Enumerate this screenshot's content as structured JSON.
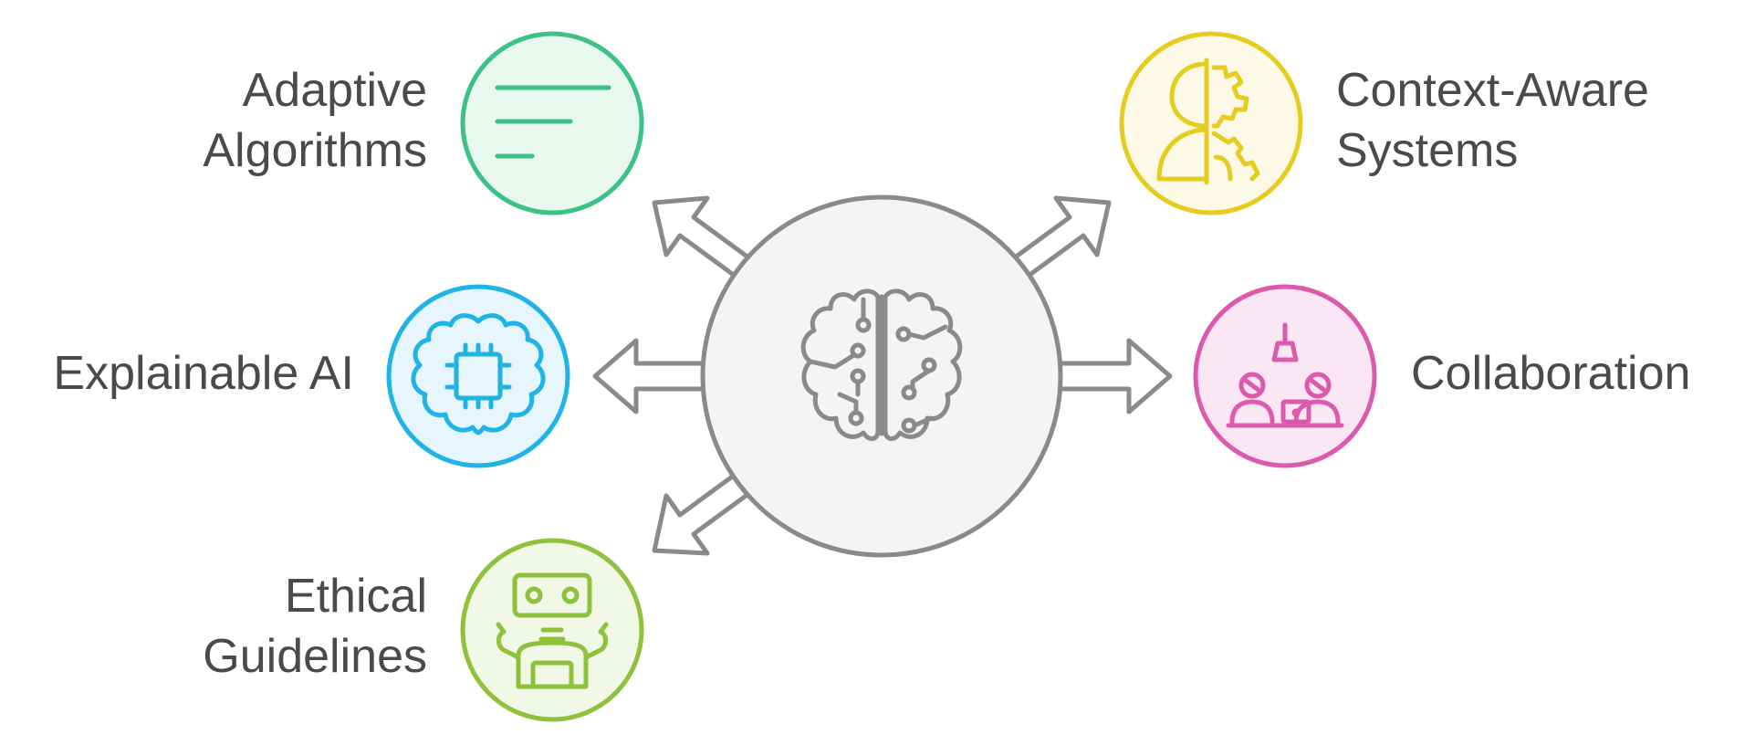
{
  "colors": {
    "arrow_stroke": "#8a8a8a",
    "center_fill": "#f4f4f4",
    "adaptive": {
      "stroke": "#3cc284",
      "fill": "#e8f8ef"
    },
    "explainable": {
      "stroke": "#1fb3e6",
      "fill": "#e6f6fc"
    },
    "ethical": {
      "stroke": "#8fc13c",
      "fill": "#f1f8e6"
    },
    "context": {
      "stroke": "#e6cc1f",
      "fill": "#fcfae6"
    },
    "collab": {
      "stroke": "#dc5aac",
      "fill": "#fbe6f3"
    }
  },
  "center": {
    "icon": "brain-circuit-icon"
  },
  "nodes": {
    "adaptive": {
      "icon": "align-left-lines-icon",
      "label_lines": [
        "Adaptive",
        "Algorithms"
      ]
    },
    "explainable": {
      "icon": "brain-chip-icon",
      "label_lines": [
        "Explainable AI"
      ]
    },
    "ethical": {
      "icon": "robot-icon",
      "label_lines": [
        "Ethical",
        "Guidelines"
      ]
    },
    "context": {
      "icon": "head-gears-icon",
      "label_lines": [
        "Context-Aware",
        "Systems"
      ]
    },
    "collab": {
      "icon": "people-meeting-icon",
      "label_lines": [
        "Collaboration"
      ]
    }
  }
}
